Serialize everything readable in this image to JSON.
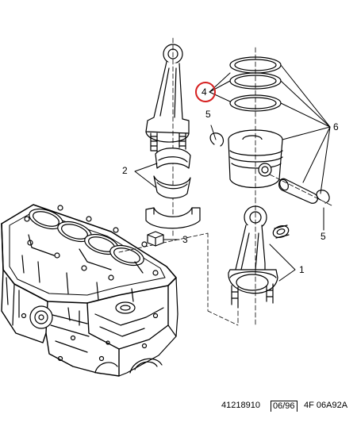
{
  "callouts": {
    "connecting_rod_pair": "1",
    "bearing_shells": "2",
    "rod_nuts": "3",
    "piston_rings": "4",
    "circlip_upper": "5",
    "circlip_lower": "5",
    "piston_assembly": "6"
  },
  "footer": {
    "part_number": "41218910",
    "date": "06/96",
    "code": "4F 06A92A"
  },
  "colors": {
    "ink": "#000000",
    "highlight_circle": "#d62020",
    "paper": "#ffffff"
  }
}
